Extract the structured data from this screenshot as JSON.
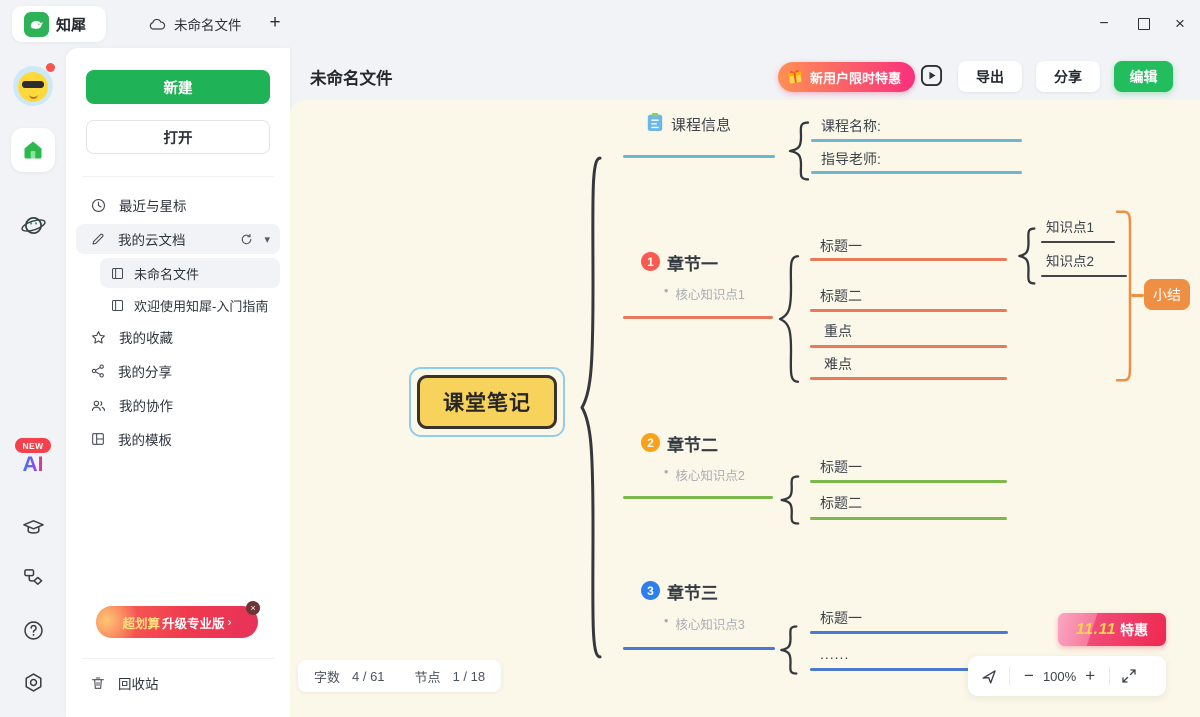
{
  "titlebar": {
    "app_name": "知犀",
    "tab_label": "未命名文件"
  },
  "rail": {
    "new_badge": "NEW",
    "ai_label": "AI"
  },
  "sidebar": {
    "new_button": "新建",
    "open_button": "打开",
    "items": [
      {
        "label": "最近与星标"
      },
      {
        "label": "我的云文档"
      },
      {
        "label": "未命名文件"
      },
      {
        "label": "欢迎使用知犀-入门指南"
      },
      {
        "label": "我的收藏"
      },
      {
        "label": "我的分享"
      },
      {
        "label": "我的协作"
      },
      {
        "label": "我的模板"
      }
    ],
    "promo": {
      "highlight": "超划算",
      "rest": "升级专业版"
    },
    "trash_label": "回收站"
  },
  "header": {
    "title": "未命名文件",
    "offer_badge": "新用户限时特惠",
    "export_label": "导出",
    "share_label": "分享",
    "edit_label": "编辑"
  },
  "mindmap": {
    "root": "课堂笔记",
    "branches": [
      {
        "label": "课程信息",
        "children": [
          {
            "label": "课程名称:"
          },
          {
            "label": "指导老师:"
          }
        ]
      },
      {
        "badge": "1",
        "label": "章节一",
        "note": "核心知识点1",
        "children": [
          {
            "label": "标题一",
            "children": [
              {
                "label": "知识点1"
              },
              {
                "label": "知识点2"
              }
            ]
          },
          {
            "label": "标题二"
          },
          {
            "label": "重点"
          },
          {
            "label": "难点"
          }
        ],
        "summary": "小结"
      },
      {
        "badge": "2",
        "label": "章节二",
        "note": "核心知识点2",
        "children": [
          {
            "label": "标题一"
          },
          {
            "label": "标题二"
          }
        ]
      },
      {
        "badge": "3",
        "label": "章节三",
        "note": "核心知识点3",
        "children": [
          {
            "label": "标题一"
          },
          {
            "label": "......"
          }
        ]
      }
    ]
  },
  "statusbar": {
    "words_label": "字数",
    "words_value": "4 / 61",
    "nodes_label": "节点",
    "nodes_value": "1 / 18"
  },
  "zoombar": {
    "minus": "−",
    "zoom_level": "100%",
    "plus": "+"
  },
  "sale_badge": {
    "number": "11.11",
    "label": "特惠"
  },
  "icons": {
    "plus": "+",
    "minimize": "−",
    "close": "×",
    "caret_down": "▾",
    "arrow_right": "›",
    "bullet": "•"
  },
  "colors": {
    "brand_green": "#20b257",
    "edit_green": "#22bd5c",
    "canvas_cream": "#fbf7e9",
    "root_yellow": "#f8d35c",
    "selection_blue": "#8fccf1",
    "branch_blue": "#6cb5d3",
    "branch_orange": "#e8795a",
    "branch_green": "#7db84d",
    "branch_deep_blue": "#4b79cf",
    "summary_orange": "#ef8f43",
    "badge1_red": "#f65a50",
    "badge2_orange": "#f9a11b",
    "badge3_blue": "#2f7ef0",
    "offer_pink": "#f9307c",
    "sale_red": "#ee2950"
  }
}
